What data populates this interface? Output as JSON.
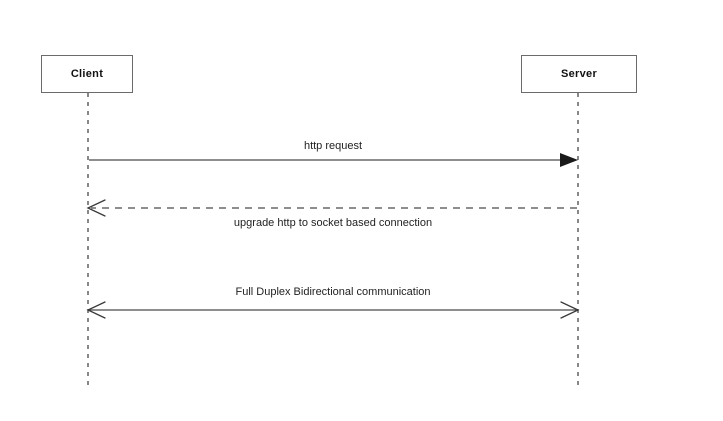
{
  "diagram": {
    "type": "sequence-diagram",
    "title": "",
    "background_color": "#ffffff",
    "line_color": "#4a4a4a",
    "box_border_color": "#6b6b6b",
    "participants": [
      {
        "id": "client",
        "label": "Client"
      },
      {
        "id": "server",
        "label": "Server"
      }
    ],
    "messages": [
      {
        "id": "http-request",
        "label": "http request",
        "from": "client",
        "to": "server",
        "direction": "right",
        "line_style": "solid",
        "arrowhead": "filled",
        "label_position": "above"
      },
      {
        "id": "upgrade",
        "label": "upgrade http to socket based connection",
        "from": "server",
        "to": "client",
        "direction": "left",
        "line_style": "dashed",
        "arrowhead": "open",
        "label_position": "below"
      },
      {
        "id": "full-duplex",
        "label": "Full Duplex Bidirectional communication",
        "from": "client",
        "to": "server",
        "direction": "both",
        "line_style": "solid",
        "arrowhead": "open",
        "label_position": "above"
      }
    ]
  }
}
